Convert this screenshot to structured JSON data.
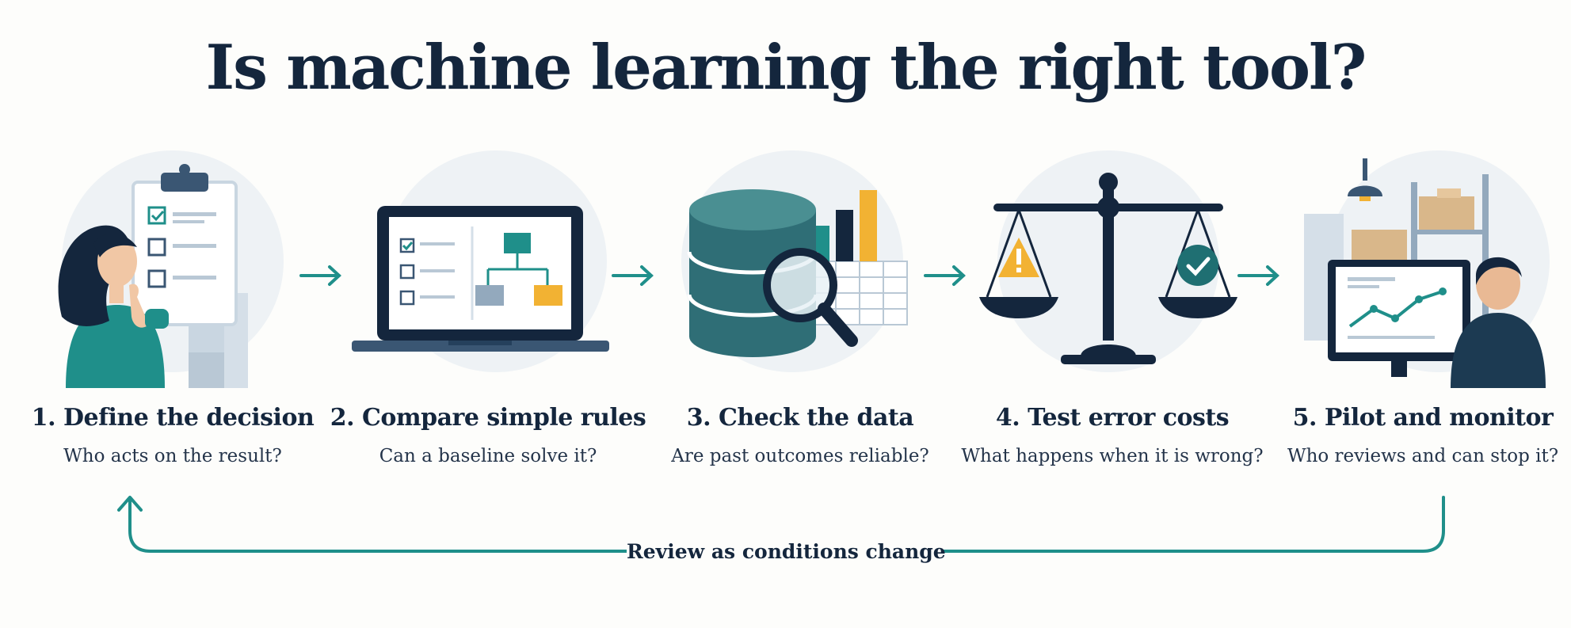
{
  "title": "Is machine learning the right tool?",
  "steps": [
    {
      "label": "1. Define the decision",
      "question": "Who acts on the result?"
    },
    {
      "label": "2. Compare simple rules",
      "question": "Can a baseline solve it?"
    },
    {
      "label": "3. Check the data",
      "question": "Are past outcomes reliable?"
    },
    {
      "label": "4. Test error costs",
      "question": "What happens when it is wrong?"
    },
    {
      "label": "5. Pilot and monitor",
      "question": "Who reviews and can stop it?"
    }
  ],
  "loop": {
    "label": "Review as conditions change"
  },
  "colors": {
    "navy": "#14263d",
    "teal": "#1f8f8a",
    "orange": "#f2b233",
    "circle": "#eef3f6",
    "box": "#c9d6e1"
  }
}
